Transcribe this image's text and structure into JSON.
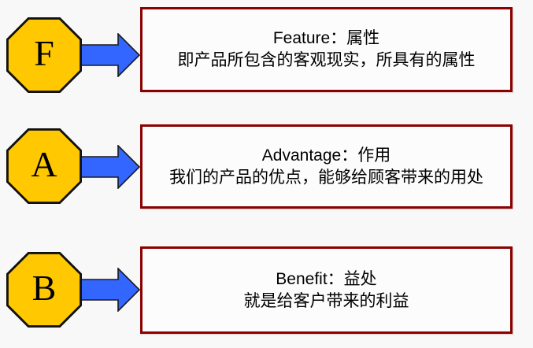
{
  "rows": [
    {
      "letter": "F",
      "heading": "Feature：属性",
      "description": "即产品所包含的客观现实，所具有的属性"
    },
    {
      "letter": "A",
      "heading": "Advantage：作用",
      "description": "我们的产品的优点，能够给顾客带来的用处"
    },
    {
      "letter": "B",
      "heading": "Benefit：益处",
      "description": "就是给客户带来的利益"
    }
  ],
  "colors": {
    "background": "#F8F8F8",
    "octagon_fill": "#FFC800",
    "octagon_stroke": "#111111",
    "arrow_fill": "#3366FF",
    "arrow_stroke": "#1A1A1A",
    "box_border": "#8B0000",
    "box_fill": "#FCFCFC",
    "text": "#000000"
  }
}
